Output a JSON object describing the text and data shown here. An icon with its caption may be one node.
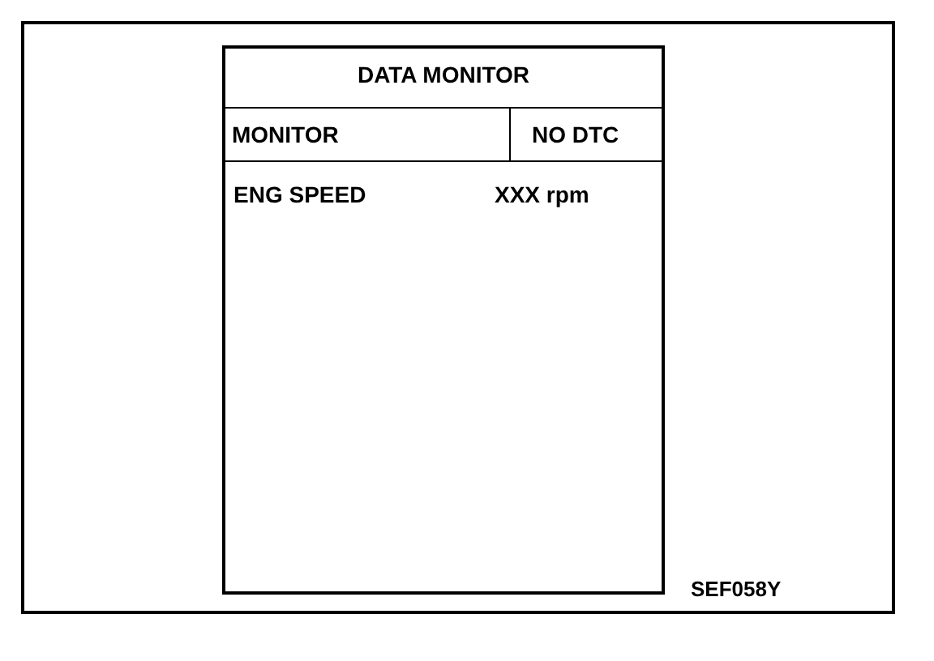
{
  "diagram": {
    "nodes": [
      {
        "text": [
          "DATA MONITOR"
        ]
      },
      {
        "text": [
          "MONITOR"
        ],
        "in": 0
      },
      {
        "text": [
          "NO DTC"
        ],
        "in": 0
      },
      {
        "text": [
          "ENG SPEED",
          "XXX rpm"
        ],
        "in": 0
      }
    ],
    "labels": [
      "SEF058Y"
    ]
  }
}
